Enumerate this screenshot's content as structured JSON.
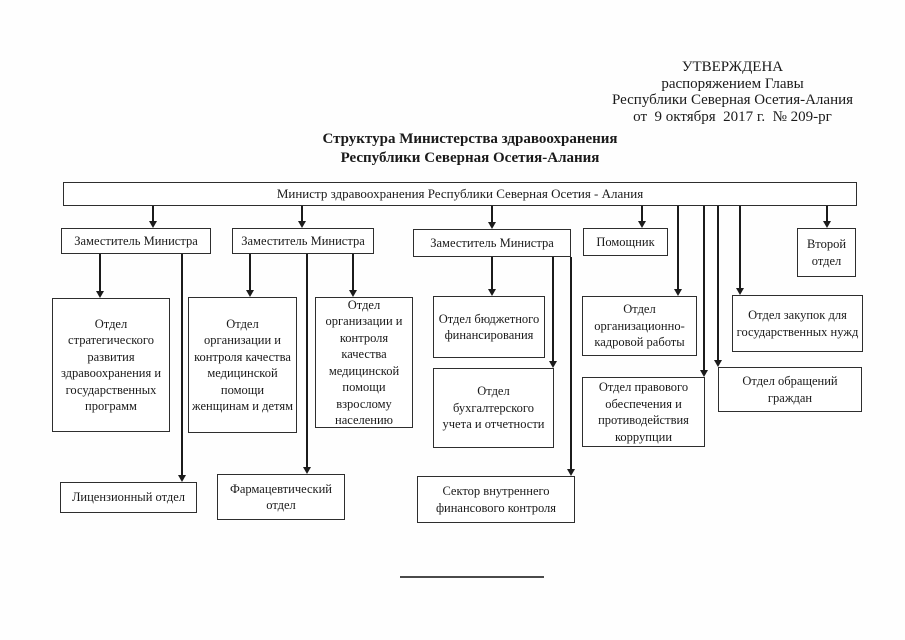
{
  "approval": {
    "line1": "УТВЕРЖДЕНА",
    "line2": "распоряжением Главы",
    "line3": "Республики Северная Осетия-Алания",
    "line4": "от  9 октября  2017 г.  № 209-рг"
  },
  "title": {
    "line1": "Структура Министерства здравоохранения",
    "line2": "Республики Северная Осетия-Алания"
  },
  "org": {
    "minister": "Министр здравоохранения Республики Северная Осетия - Алания",
    "deputy1": "Заместитель Министра",
    "deputy2": "Заместитель Министра",
    "deputy3": "Заместитель Министра",
    "assistant": "Помощник",
    "second_dept": "Второй отдел",
    "strategic": "Отдел стратегического развития здравоохранения и государственных программ",
    "quality_women": "Отдел организации и контроля качества медицинской помощи женщинам и детям",
    "quality_adult": "Отдел организации и контроля качества медицинской помощи взрослому населению",
    "budget": "Отдел бюджетного финансирования",
    "accounting": "Отдел бухгалтерского учета и отчетности",
    "org_staff": "Отдел организационно-кадровой работы",
    "legal": "Отдел правового обеспечения и противодействия коррупции",
    "procurement": "Отдел закупок для государственных нужд",
    "citizens": "Отдел обращений граждан",
    "license": "Лицензионный отдел",
    "pharmacy": "Фармацевтический отдел",
    "internal_control": "Сектор внутреннего финансового контроля"
  },
  "edges": [
    [
      "minister",
      "deputy1"
    ],
    [
      "minister",
      "deputy2"
    ],
    [
      "minister",
      "deputy3"
    ],
    [
      "minister",
      "assistant"
    ],
    [
      "minister",
      "org_staff"
    ],
    [
      "minister",
      "legal"
    ],
    [
      "minister",
      "citizens"
    ],
    [
      "minister",
      "procurement"
    ],
    [
      "minister",
      "second_dept"
    ],
    [
      "deputy1",
      "strategic"
    ],
    [
      "deputy1",
      "license"
    ],
    [
      "deputy2",
      "quality_women"
    ],
    [
      "deputy2",
      "pharmacy"
    ],
    [
      "deputy2",
      "quality_adult"
    ],
    [
      "deputy3",
      "budget"
    ],
    [
      "deputy3",
      "accounting"
    ],
    [
      "deputy3",
      "internal_control"
    ]
  ]
}
